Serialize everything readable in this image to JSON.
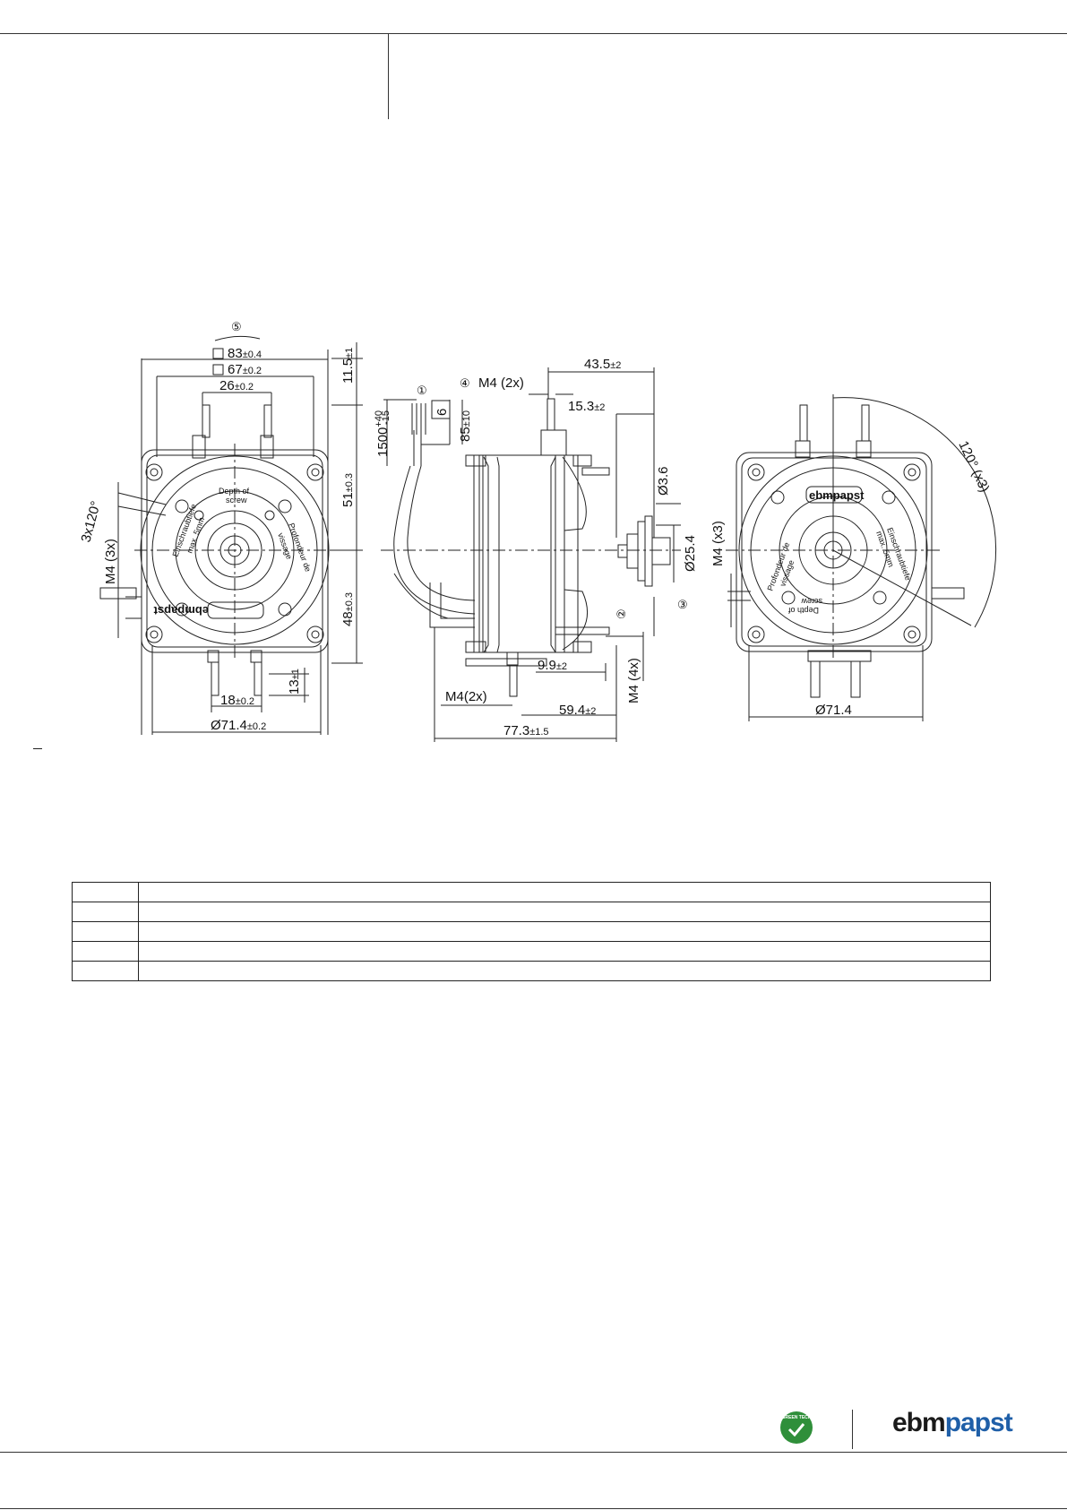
{
  "drawing": {
    "front_view": {
      "labels": {
        "callout5": "⑤",
        "dim_83": "83",
        "tol_83": "±0.4",
        "dim_67": "67",
        "tol_67": "±0.2",
        "dim_26": "26",
        "tol_26": "±0.2",
        "dim_11_5": "11.5",
        "tol_11_5": "±1",
        "dim_51": "51",
        "tol_51": "±0.3",
        "dim_48": "48",
        "tol_48": "±0.3",
        "dim_13": "13",
        "tol_13": "±1",
        "dim_18": "18",
        "tol_18": "±0.2",
        "dim_71_4": "Ø71.4",
        "tol_71_4": "±0.2",
        "angle": "3x120°",
        "thread": "M4 (3x)",
        "depth_text_1": "Depth of",
        "depth_text_2": "screw",
        "depth_text_3": "Einschraubtiefe",
        "depth_text_4": "max. 5mm",
        "depth_text_5": "Profondeur de",
        "depth_text_6": "vissage",
        "logo": "ebmpapst"
      }
    },
    "side_view": {
      "labels": {
        "callout1": "①",
        "callout4": "④",
        "thread_top": "M4 (2x)",
        "dim_6": "6",
        "dim_85": "85",
        "tol_85": "±10",
        "dim_1500": "1500",
        "tol_1500_plus": "+40",
        "tol_1500_minus": "-15",
        "dim_43_5": "43.5",
        "tol_43_5": "±2",
        "dim_15_3": "15.3",
        "tol_15_3": "±2",
        "dim_3_6": "Ø3.6",
        "dim_25_4": "Ø25.4",
        "callout3": "③",
        "callout2": "②",
        "dim_9_9": "9.9",
        "tol_9_9": "±2",
        "thread_side": "M4 (4x)",
        "thread_bottom": "M4(2x)",
        "dim_59_4": "59.4",
        "tol_59_4": "±2",
        "dim_77_3": "77.3",
        "tol_77_3": "±1.5"
      }
    },
    "rear_view": {
      "labels": {
        "angle": "120° (x3)",
        "thread": "M4 (x3)",
        "dim_71_4": "Ø71.4",
        "logo": "ebmpapst",
        "depth_text_1": "Einschraubtiefe",
        "depth_text_2": "max. 5mm",
        "depth_text_3": "Profondeur de",
        "depth_text_4": "vissage",
        "depth_text_5": "Depth of",
        "depth_text_6": "screw"
      }
    }
  },
  "legend_table": {
    "rows": [
      {
        "num": "",
        "text": ""
      },
      {
        "num": "",
        "text": ""
      },
      {
        "num": "",
        "text": ""
      },
      {
        "num": "",
        "text": ""
      },
      {
        "num": "",
        "text": ""
      }
    ]
  },
  "footer": {
    "badge_text": "GREEN TECH",
    "logo_part1": "ebm",
    "logo_part2": "papst"
  }
}
